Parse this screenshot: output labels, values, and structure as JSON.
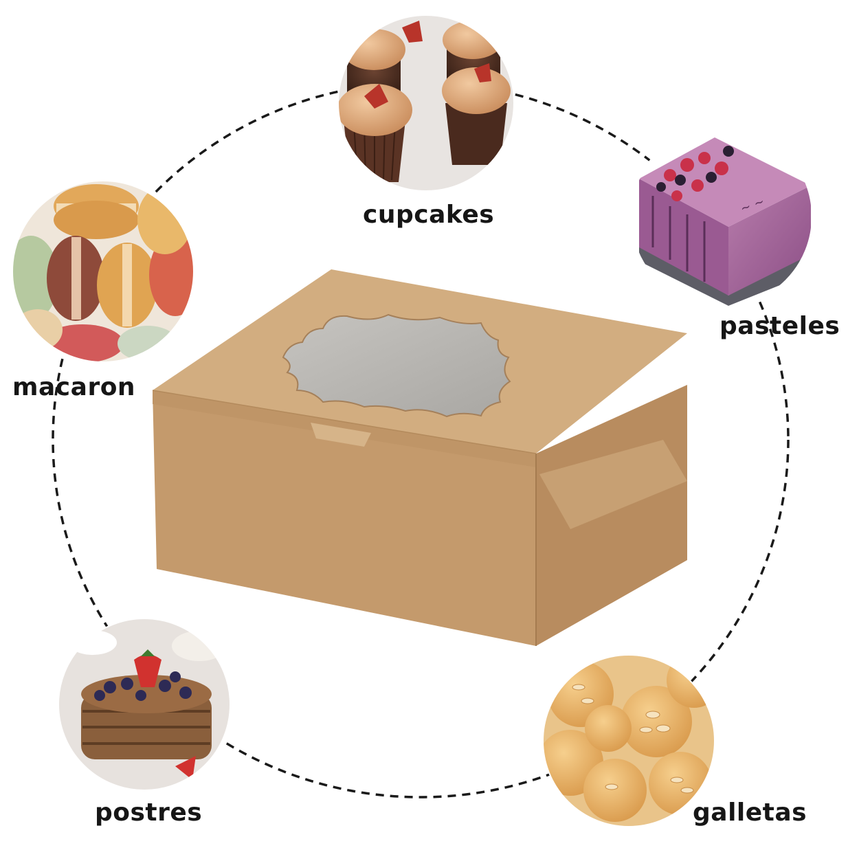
{
  "labels": {
    "cupcakes": "cupcakes",
    "pasteles": "pasteles",
    "macaron": "macaron",
    "postres": "postres",
    "galletas": "galletas"
  },
  "colors": {
    "box_kraft": "#c9a476",
    "box_top": "#cfab7e",
    "box_side": "#bf9668",
    "window": "#b9b7b3",
    "ring": "#1a1a1a",
    "text": "#161616"
  }
}
